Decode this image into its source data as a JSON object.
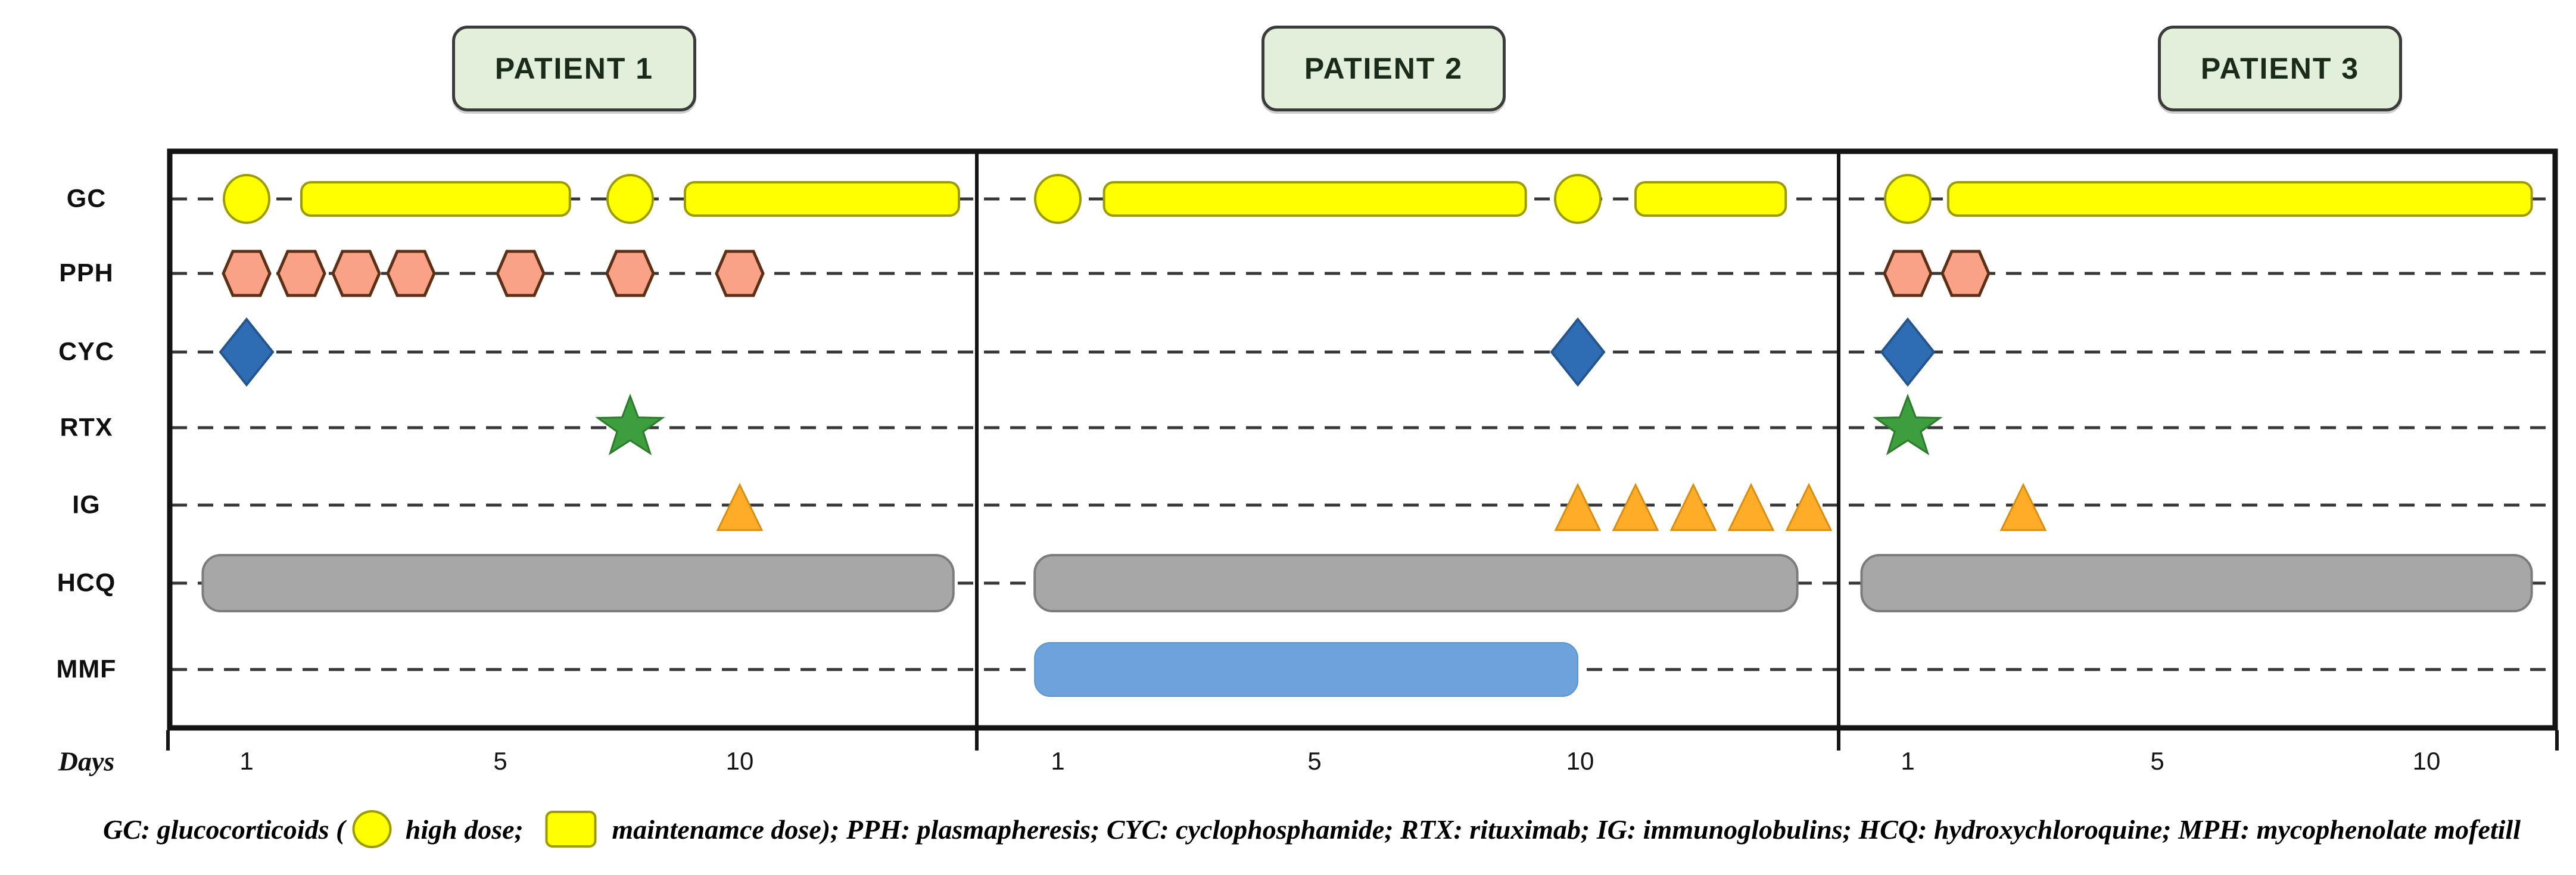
{
  "page": {
    "background": "#ffffff"
  },
  "colors": {
    "gc_fill": "#FFFF00",
    "gc_stroke": "#9C9C00",
    "pph_fill": "#F9A287",
    "pph_stroke": "#5B3016",
    "cyc_fill": "#2E6DB4",
    "cyc_stroke": "#24558C",
    "rtx_fill": "#3D9E3D",
    "rtx_stroke": "#2C7A2C",
    "ig_fill": "#FFAC28",
    "ig_stroke": "#DA8E10",
    "hcq_fill": "#A7A7A7",
    "hcq_stroke": "#7C7C7C",
    "mmf_fill": "#6DA3DC",
    "mmf_stroke": "#5E94C9",
    "patient_box_fill": "#E2EFDA",
    "patient_box_stroke": "#3B3B3B",
    "dash_line": "#383838",
    "frame": "#141414"
  },
  "legend": {
    "segments": [
      {
        "type": "text",
        "value": "GC: glucocorticoids ("
      },
      {
        "type": "swatch-circle",
        "meaning": "high dose"
      },
      {
        "type": "text",
        "value": " high dose;  "
      },
      {
        "type": "swatch-bar",
        "meaning": "maintenance dose"
      },
      {
        "type": "text",
        "value": " maintenamce dose); PPH: plasmapheresis; CYC: cyclophosphamide; RTX: rituximab; IG: immunoglobulins; HCQ: hydroxychloroquine; MPH: mycophenolate mofetill"
      }
    ]
  },
  "chart_data": {
    "type": "scatter",
    "variant": "gantt-treatment-timeline",
    "title": "",
    "xlabel": "Days",
    "grid": "horizontal-dashed",
    "legend_position": "bottom",
    "rows": [
      "GC",
      "PPH",
      "CYC",
      "RTX",
      "IG",
      "HCQ",
      "MMF"
    ],
    "marker_meaning": {
      "GC_point": "circle = glucocorticoids high dose",
      "GC_bar": "yellow rounded bar = glucocorticoids maintenance dose",
      "PPH": "hexagon = plasmapheresis session",
      "CYC": "diamond = cyclophosphamide dose",
      "RTX": "star = rituximab dose",
      "IG": "triangle = immunoglobulins dose",
      "HCQ": "gray bar = hydroxychloroquine period",
      "MMF": "blue bar = mycophenolate mofetil period"
    },
    "panels": [
      {
        "name": "PATIENT 1",
        "x_ticks": [
          1,
          5,
          10
        ],
        "x_range_days": [
          0.2,
          14.3
        ],
        "events": [
          {
            "row": "GC",
            "kind": "point",
            "shape": "circle",
            "days": [
              1
            ],
            "note": "high dose"
          },
          {
            "row": "GC",
            "kind": "bar",
            "shape": "rounded-bar",
            "start": 2,
            "end": 6.9,
            "note": "maintenance dose"
          },
          {
            "row": "GC",
            "kind": "point",
            "shape": "circle",
            "days": [
              8
            ],
            "note": "high dose"
          },
          {
            "row": "GC",
            "kind": "bar",
            "shape": "rounded-bar",
            "start": 9,
            "end": 14,
            "note": "maintenance dose"
          },
          {
            "row": "PPH",
            "kind": "point",
            "shape": "hexagon",
            "days": [
              1,
              2,
              3,
              4,
              6,
              8,
              10
            ]
          },
          {
            "row": "CYC",
            "kind": "point",
            "shape": "diamond",
            "days": [
              1
            ]
          },
          {
            "row": "RTX",
            "kind": "point",
            "shape": "star",
            "days": [
              8
            ]
          },
          {
            "row": "IG",
            "kind": "point",
            "shape": "triangle",
            "days": [
              10
            ]
          },
          {
            "row": "HCQ",
            "kind": "bar",
            "shape": "rounded-bar",
            "start": 0.2,
            "end": 13.9
          }
        ]
      },
      {
        "name": "PATIENT 2",
        "x_ticks": [
          1,
          5,
          10
        ],
        "x_range_days": [
          0.6,
          14.5
        ],
        "events": [
          {
            "row": "GC",
            "kind": "point",
            "shape": "circle",
            "days": [
              1
            ],
            "note": "high dose"
          },
          {
            "row": "GC",
            "kind": "bar",
            "shape": "rounded-bar",
            "start": 1.8,
            "end": 9.1,
            "note": "maintenance dose"
          },
          {
            "row": "GC",
            "kind": "point",
            "shape": "circle",
            "days": [
              10
            ],
            "note": "high dose"
          },
          {
            "row": "GC",
            "kind": "bar",
            "shape": "rounded-bar",
            "start": 11,
            "end": 13.6,
            "note": "maintenance dose"
          },
          {
            "row": "CYC",
            "kind": "point",
            "shape": "diamond",
            "days": [
              10
            ]
          },
          {
            "row": "IG",
            "kind": "point",
            "shape": "triangle",
            "days": [
              10,
              11,
              12,
              13,
              14
            ]
          },
          {
            "row": "HCQ",
            "kind": "bar",
            "shape": "rounded-bar",
            "start": 0.6,
            "end": 13.8
          },
          {
            "row": "MMF",
            "kind": "bar",
            "shape": "rounded-bar",
            "start": 0.6,
            "end": 10
          }
        ]
      },
      {
        "name": "PATIENT 3",
        "x_ticks": [
          1,
          5,
          10
        ],
        "x_range_days": [
          0.2,
          12.2
        ],
        "events": [
          {
            "row": "GC",
            "kind": "point",
            "shape": "circle",
            "days": [
              1
            ],
            "note": "high dose"
          },
          {
            "row": "GC",
            "kind": "bar",
            "shape": "rounded-bar",
            "start": 1.7,
            "end": 11.8,
            "note": "maintenance dose"
          },
          {
            "row": "PPH",
            "kind": "point",
            "shape": "hexagon",
            "days": [
              1,
              2
            ]
          },
          {
            "row": "CYC",
            "kind": "point",
            "shape": "diamond",
            "days": [
              1
            ]
          },
          {
            "row": "RTX",
            "kind": "point",
            "shape": "star",
            "days": [
              1
            ]
          },
          {
            "row": "IG",
            "kind": "point",
            "shape": "triangle",
            "days": [
              3
            ]
          },
          {
            "row": "HCQ",
            "kind": "bar",
            "shape": "rounded-bar",
            "start": 0.2,
            "end": 11.8
          }
        ]
      }
    ]
  }
}
